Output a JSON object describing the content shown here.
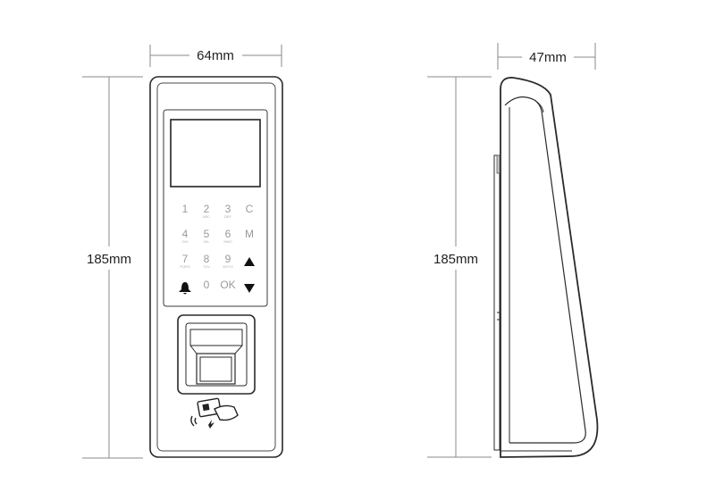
{
  "dimensions": {
    "width": "64mm",
    "height_front": "185mm",
    "depth": "47mm",
    "height_side": "185mm"
  },
  "keypad": {
    "keys": [
      {
        "main": "1",
        "sub": ""
      },
      {
        "main": "2",
        "sub": "ABC"
      },
      {
        "main": "3",
        "sub": "DEF"
      },
      {
        "main": "C",
        "sub": ""
      },
      {
        "main": "4",
        "sub": "GHI"
      },
      {
        "main": "5",
        "sub": "JKL"
      },
      {
        "main": "6",
        "sub": "MNO"
      },
      {
        "main": "M",
        "sub": ""
      },
      {
        "main": "7",
        "sub": "PQRS"
      },
      {
        "main": "8",
        "sub": "TUV"
      },
      {
        "main": "9",
        "sub": "WXYZ"
      },
      {
        "main": "",
        "sub": "",
        "icon": "up-arrow-icon"
      },
      {
        "main": "",
        "sub": "",
        "icon": "bell-icon"
      },
      {
        "main": "0",
        "sub": ""
      },
      {
        "main": "OK",
        "sub": ""
      },
      {
        "main": "",
        "sub": "",
        "icon": "down-arrow-icon"
      }
    ]
  },
  "colors": {
    "outline": "#2a2a2a",
    "dimension_line": "#8a8a8a",
    "key_text": "#9a9a9a",
    "icon_fill": "#111111"
  }
}
